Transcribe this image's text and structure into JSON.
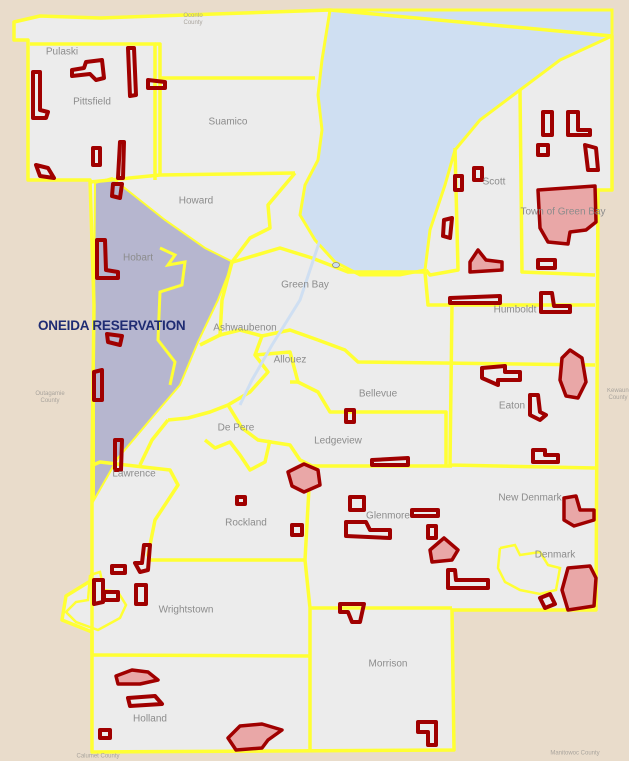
{
  "map": {
    "reservation_label": "ONEIDA RESERVATION",
    "municipalities": [
      "Pulaski",
      "Pittsfield",
      "Suamico",
      "Howard",
      "Hobart",
      "Green Bay",
      "Ashwaubenon",
      "Allouez",
      "Bellevue",
      "De Pere",
      "Ledgeview",
      "Lawrence",
      "Rockland",
      "Wrightstown",
      "Holland",
      "Morrison",
      "Glenmore",
      "New Denmark",
      "Denmark",
      "Eaton",
      "Humboldt",
      "Scott",
      "Town of Green Bay"
    ],
    "outside_labels": [
      "Oconto County",
      "Outagamie County",
      "Kewaunee County",
      "Manitowoc County",
      "Calumet County"
    ],
    "colors": {
      "background": "#e9dccb",
      "county_fill": "#ececec",
      "boundary": "#ffff33",
      "water": "#cfdff2",
      "reservation_fill": "#b6b6cf",
      "reservation_label": "#1f2c73",
      "parcel_outline": "#a00000",
      "parcel_fill": "#e9a7a7"
    }
  }
}
